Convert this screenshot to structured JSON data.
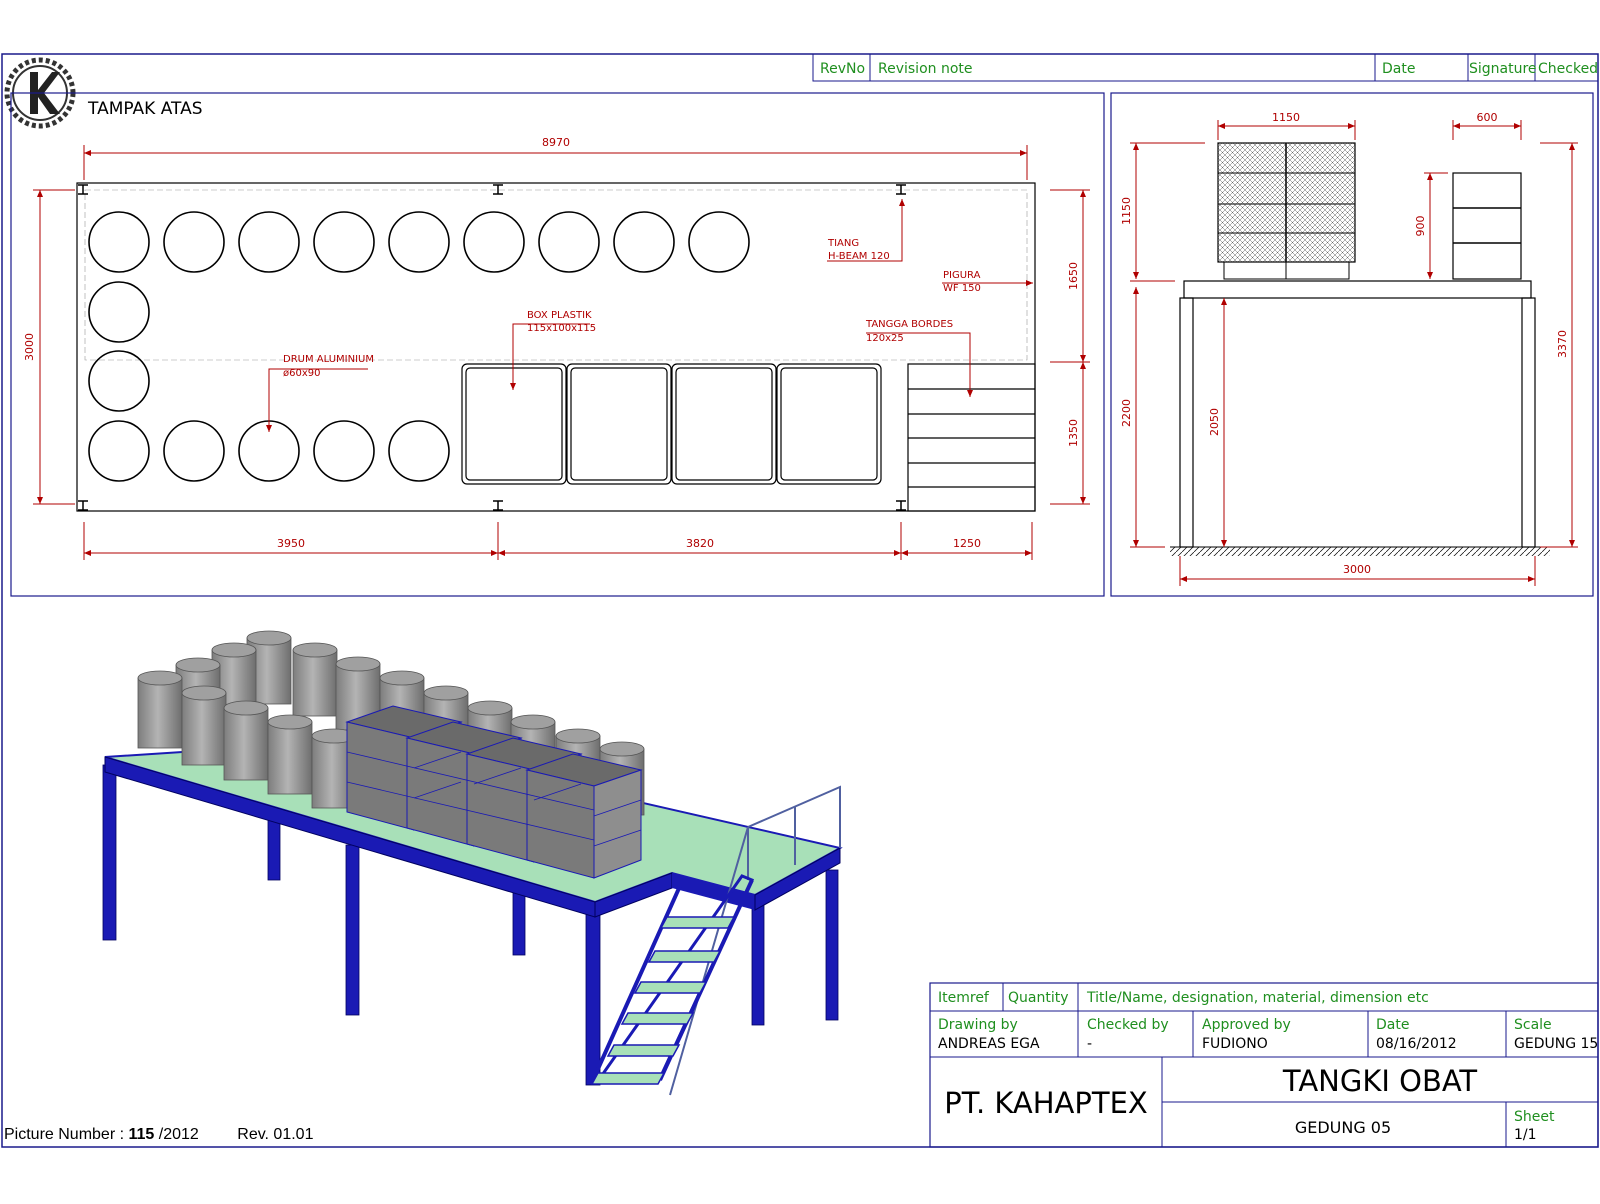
{
  "revision_table": {
    "headers": [
      "RevNo",
      "Revision note",
      "Date",
      "Signature",
      "Checked"
    ]
  },
  "top_view": {
    "title": "TAMPAK ATAS",
    "dimensions": {
      "overall_length": "8970",
      "width": "3000",
      "segment_1": "3950",
      "segment_2": "3820",
      "segment_3": "1250",
      "right_upper": "1650",
      "right_lower": "1350"
    },
    "labels": {
      "tiang_title": "TIANG",
      "tiang_spec": "H-BEAM 120",
      "pigura_title": "PIGURA",
      "pigura_spec": "WF 150",
      "box_title": "BOX PLASTIK",
      "box_spec": "115x100x115",
      "tangga_title": "TANGGA BORDES",
      "tangga_spec": "120x25",
      "drum_title": "DRUM ALUMINIUM",
      "drum_spec": "ø60x90"
    }
  },
  "side_view": {
    "dimensions": {
      "box_width": "1150",
      "drum_width": "600",
      "box_height": "1150",
      "drum_height": "900",
      "overall_height": "3370",
      "platform_height": "2200",
      "column_height": "2050",
      "base_width": "3000"
    }
  },
  "title_block": {
    "headers": {
      "itemref": "Itemref",
      "quantity": "Quantity",
      "title_name": "Title/Name, designation, material, dimension etc"
    },
    "drawing_by_label": "Drawing by",
    "drawing_by": "ANDREAS EGA",
    "checked_by_label": "Checked by",
    "checked_by": "-",
    "approved_by_label": "Approved by",
    "approved_by": "FUDIONO",
    "date_label": "Date",
    "date": "08/16/2012",
    "scale_label": "Scale",
    "scale": "GEDUNG 15",
    "company": "PT. KAHAPTEX",
    "drawing_title": "TANGKI OBAT",
    "subtitle": "GEDUNG 05",
    "sheet_label": "Sheet",
    "sheet": "1/1"
  },
  "footer": {
    "picture_number_label": "Picture Number :",
    "picture_number": "115",
    "year": "/2012",
    "revision": "Rev. 01.01"
  },
  "colors": {
    "border": "#1a1a8c",
    "dimension": "#b00000",
    "label_green": "#1f8f1f",
    "steel_blue": "#1a1ab4",
    "deck_green": "#a8e0b8",
    "drum_gray": "#9a9a9a"
  }
}
